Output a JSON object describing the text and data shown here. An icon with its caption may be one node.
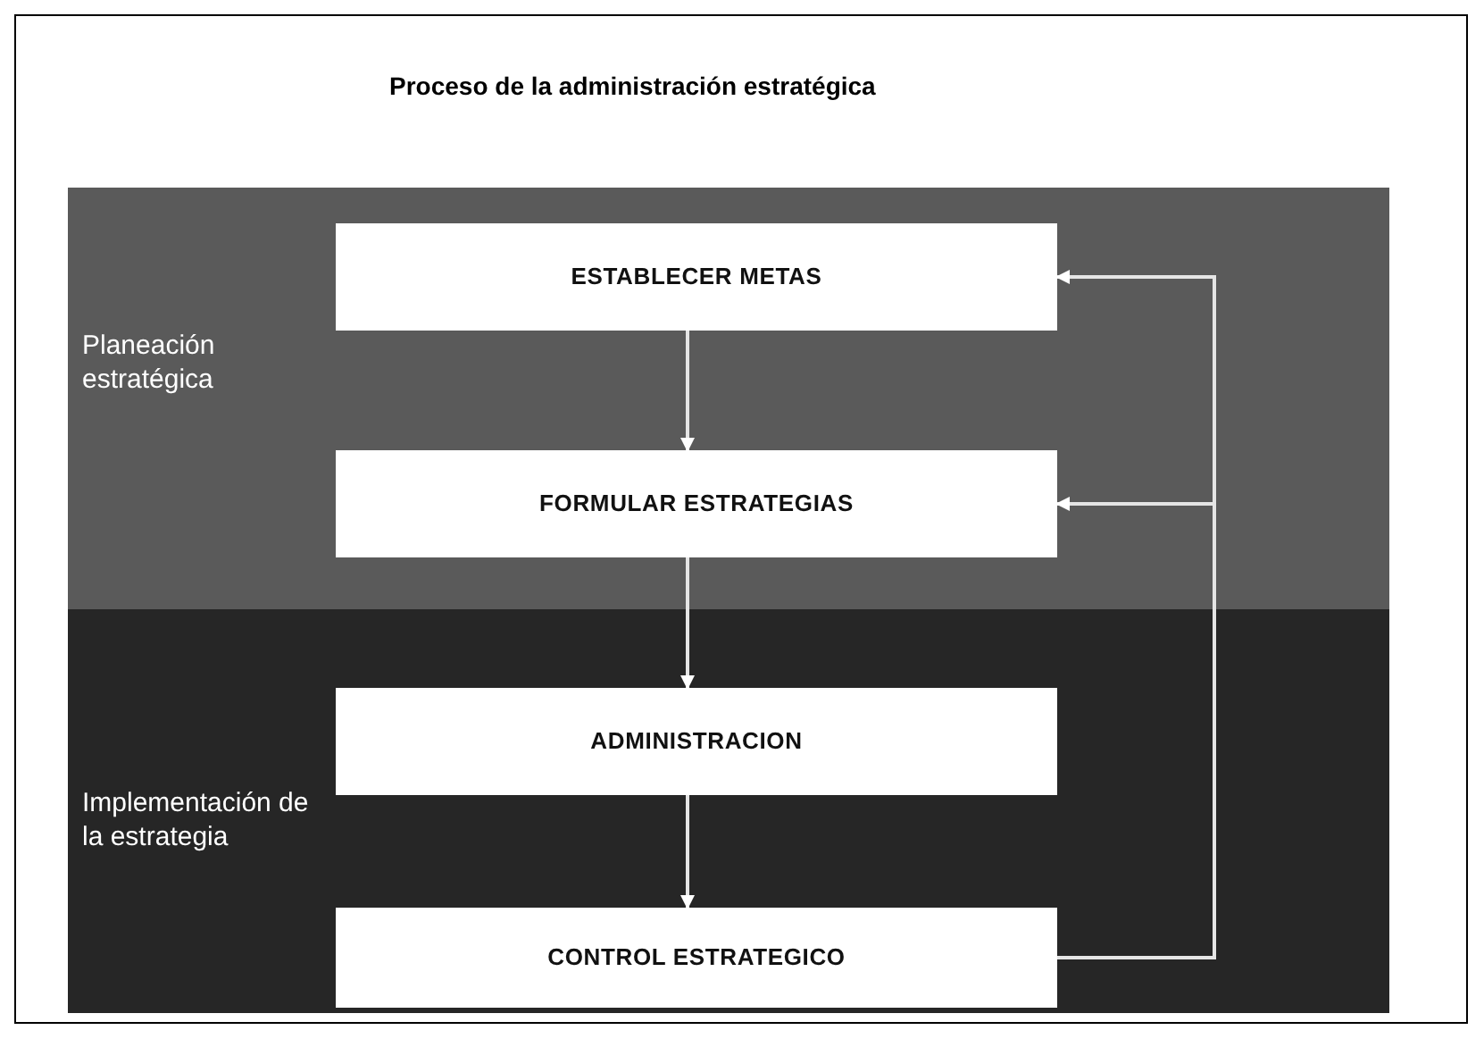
{
  "diagram": {
    "title": "Proceso de la administración estratégica",
    "nodes": [
      {
        "text": [
          "Planeación estratégica"
        ]
      },
      {
        "text": [
          "ESTABLECER METAS"
        ],
        "in": 0
      },
      {
        "text": [
          "FORMULAR ESTRATEGIAS"
        ],
        "in": 0
      },
      {
        "text": [
          "Implementación de la estrategia"
        ]
      },
      {
        "text": [
          "ADMINISTRACION"
        ],
        "in": 3
      },
      {
        "text": [
          "CONTROL ESTRATEGICO"
        ],
        "in": 3
      }
    ],
    "edges": [
      {
        "from": 1,
        "to": 2,
        "arrow": "to"
      },
      {
        "from": 2,
        "to": 4,
        "arrow": "to"
      },
      {
        "from": 4,
        "to": 5,
        "arrow": "to"
      },
      {
        "from": 5,
        "to": 1,
        "arrow": "to"
      },
      {
        "from": 5,
        "to": 2,
        "arrow": "to"
      }
    ]
  }
}
